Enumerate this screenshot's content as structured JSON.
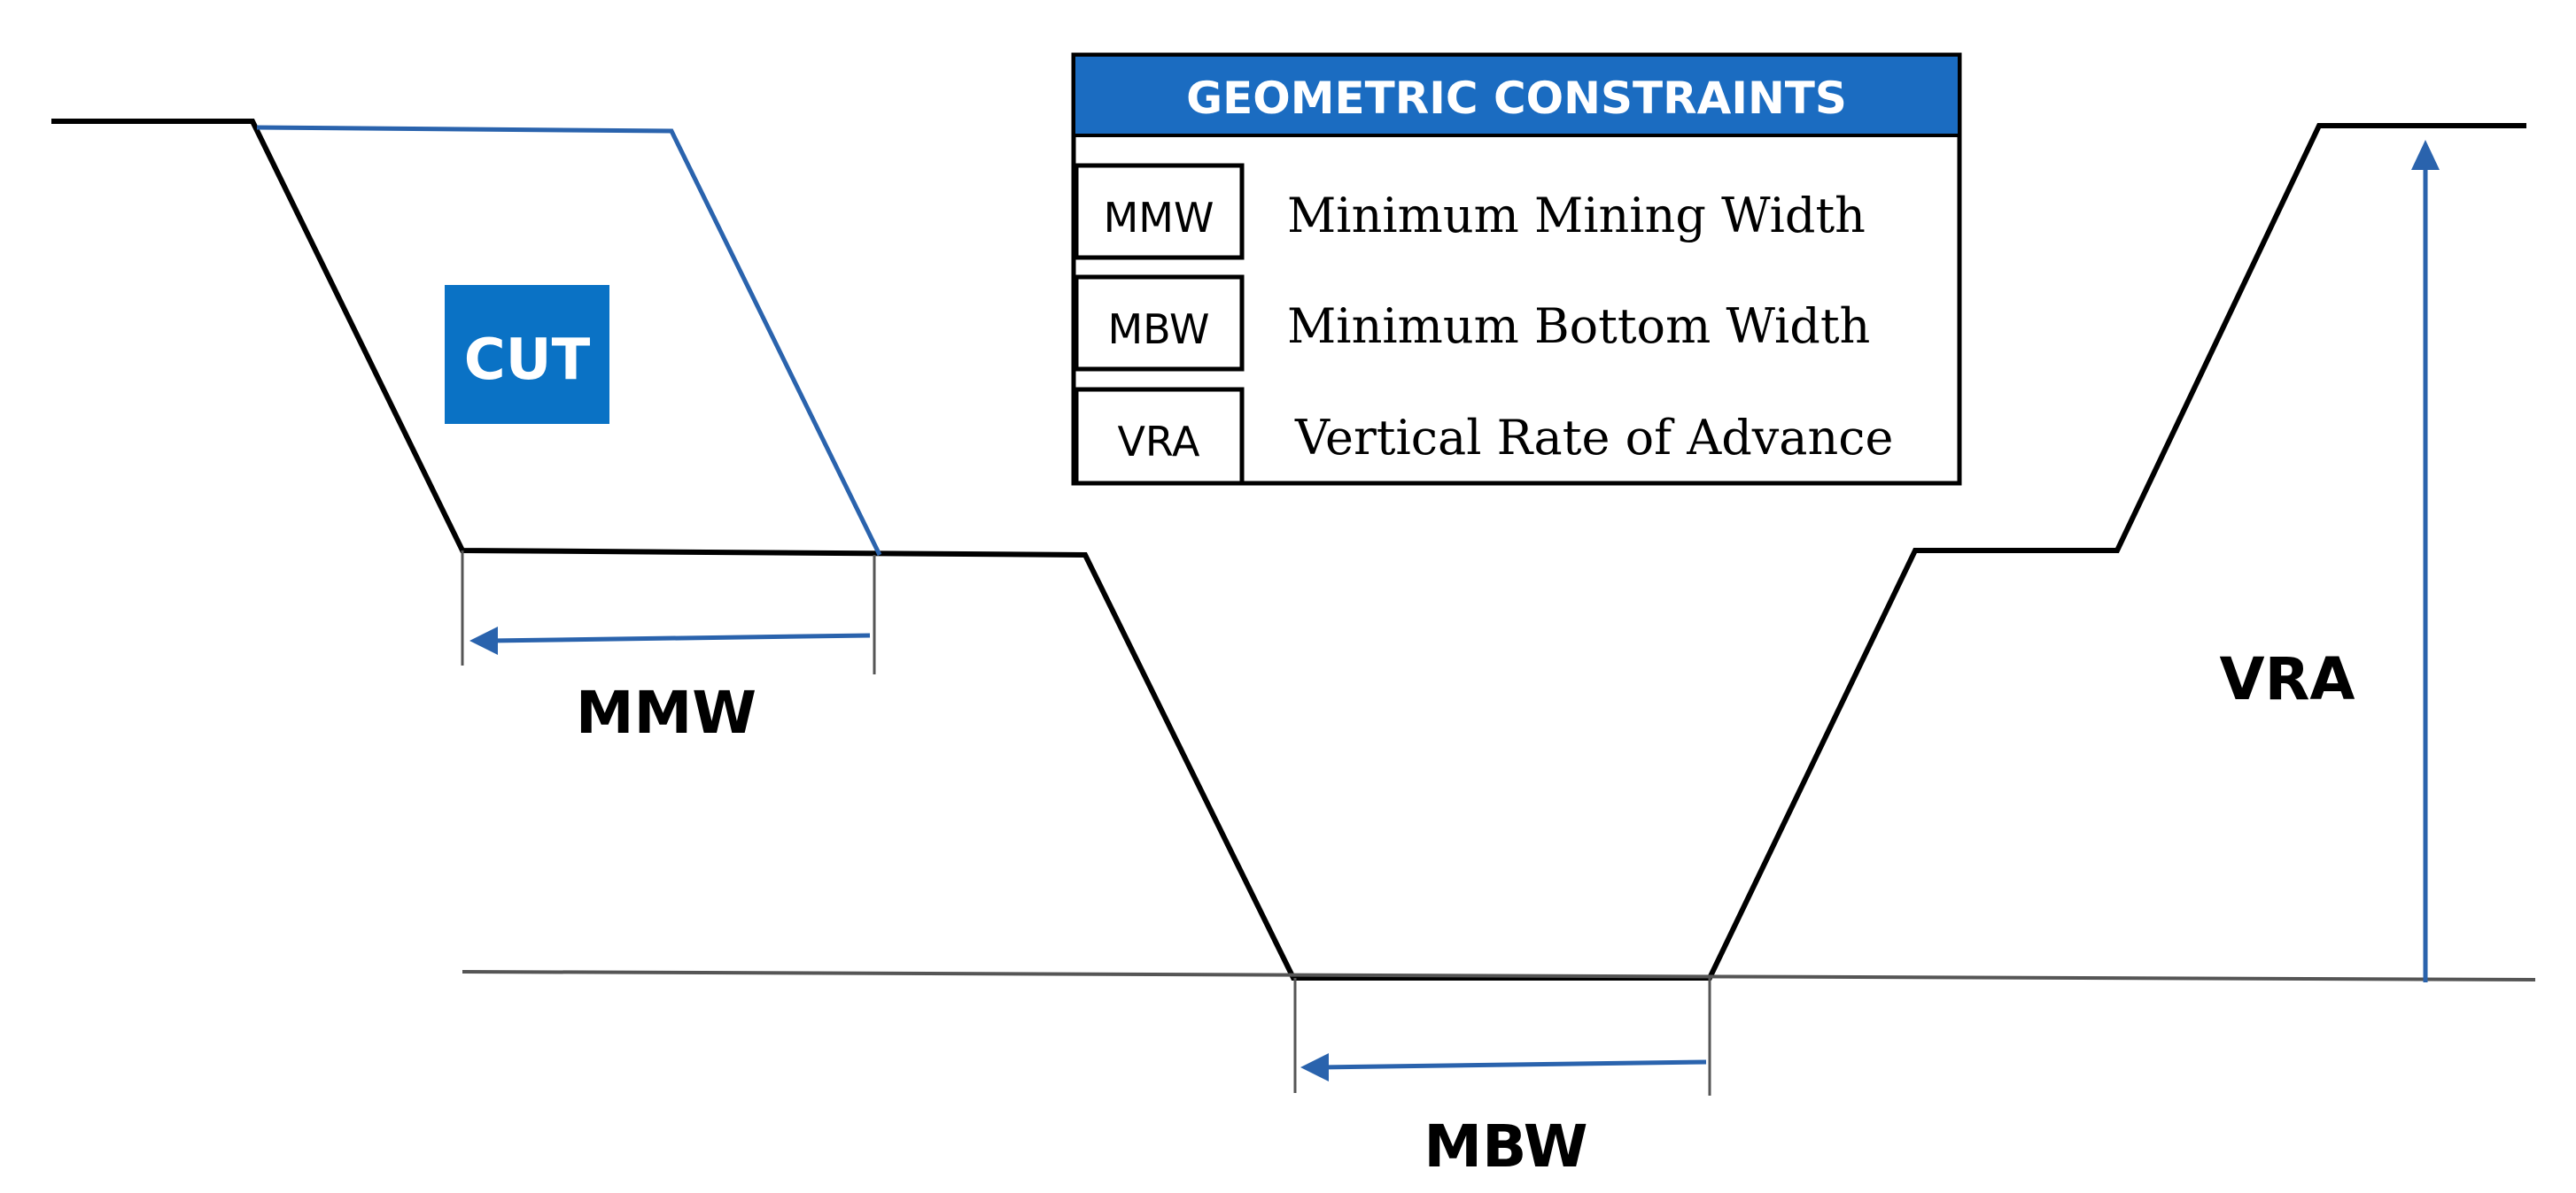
{
  "diagram": {
    "cut_label": "CUT",
    "mmw_label": "MMW",
    "mbw_label": "MBW",
    "vra_label": "VRA"
  },
  "legend": {
    "title": "GEOMETRIC CONSTRAINTS",
    "rows": [
      {
        "abbr": "MMW",
        "text": "Minimum Mining Width"
      },
      {
        "abbr": "MBW",
        "text": "Minimum Bottom Width"
      },
      {
        "abbr": "VRA",
        "text": "Vertical Rate of Advance"
      }
    ]
  },
  "colors": {
    "accent_blue": "#1f6fc2",
    "cut_fill": "#0a72c5",
    "legend_header": "#1b6cc1",
    "pit_outline": "#000000"
  }
}
